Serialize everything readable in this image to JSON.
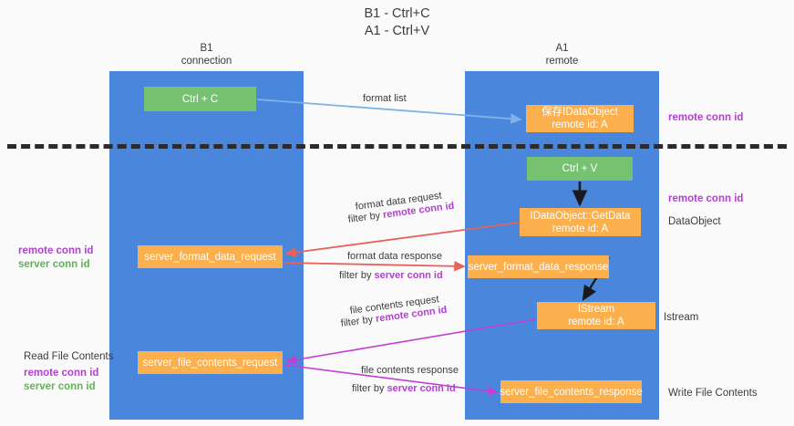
{
  "title": {
    "line1": "B1 - Ctrl+C",
    "line2": "A1 - Ctrl+V"
  },
  "lanes": [
    {
      "name": "B1",
      "subtitle": "connection",
      "color": "#4a86dc"
    },
    {
      "name": "A1",
      "subtitle": "remote",
      "color": "#4a86dc"
    }
  ],
  "colors": {
    "lane": "#4a86dc",
    "box_orange": "#fbb04d",
    "box_green": "#77c271",
    "remote_conn_id": "#b23fd0",
    "server_conn_id_green": "#5fb355",
    "server_conn_id_purple": "#b23fd0",
    "arrow_blue": "#7fb2e5",
    "arrow_red": "#e8625c",
    "arrow_magenta": "#c23fd0",
    "arrow_black": "#1a1a1a",
    "divider": "#2b2b2b",
    "background": "#fafafa"
  },
  "boxes": {
    "ctrl_c": {
      "line1": "Ctrl + C",
      "line2": ""
    },
    "idataobject_store": {
      "line1": "保存IDataObject",
      "line2": "remote id: A"
    },
    "ctrl_v": {
      "line1": "Ctrl + V",
      "line2": ""
    },
    "getdata": {
      "line1": "IDataObject::GetData",
      "line2": "remote id: A"
    },
    "server_format_data_request": {
      "line1": "server_format_data_request",
      "line2": ""
    },
    "server_format_data_response": {
      "line1": "server_format_data_response",
      "line2": ""
    },
    "istream": {
      "line1": "IStream",
      "line2": "remote id: A"
    },
    "server_file_contents_request": {
      "line1": "server_file_contents_request",
      "line2": ""
    },
    "server_file_contents_response": {
      "line1": "server_file_contents_response",
      "line2": ""
    }
  },
  "edge_labels": {
    "format_list": "format list",
    "format_data_request": "format data request",
    "format_data_request_filter_prefix": "filter by ",
    "format_data_request_filter_key": "remote conn id",
    "format_data_response": "format data response",
    "format_data_response_filter_prefix": "filter by ",
    "format_data_response_filter_key": "server conn id",
    "file_contents_request": "file contents request",
    "file_contents_request_filter_prefix": "filter by ",
    "file_contents_request_filter_key": "remote conn id",
    "file_contents_response": "file contents response",
    "file_contents_response_filter_prefix": "filter by ",
    "file_contents_response_filter_key": "server conn id"
  },
  "annotations": {
    "right_remote_conn_id_top": "remote conn id",
    "right_remote_conn_id_mid": "remote conn id",
    "right_dataobject": "DataObject",
    "right_istream": "Istream",
    "right_write_file_contents": "Write File Contents",
    "left_remote_conn_id": "remote conn id",
    "left_server_conn_id": "server conn id",
    "left_read_file_contents": "Read File Contents",
    "left_remote_conn_id_2": "remote conn id",
    "left_server_conn_id_2": "server conn id"
  }
}
